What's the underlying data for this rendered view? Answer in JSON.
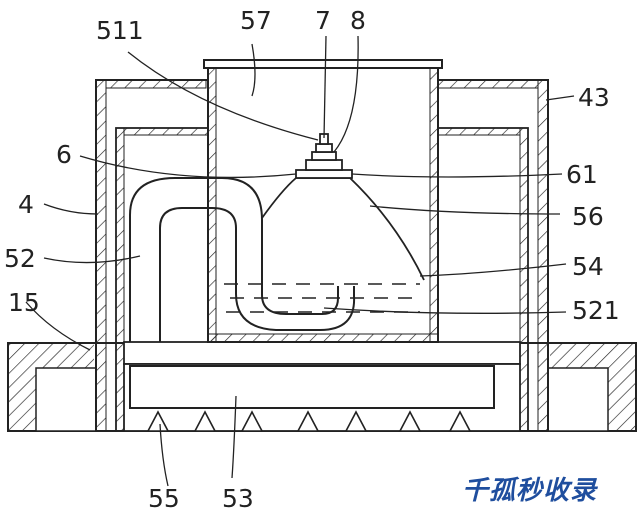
{
  "labels": {
    "l511": "511",
    "l57": "57",
    "l7": "7",
    "l8": "8",
    "l43": "43",
    "l6": "6",
    "l61": "61",
    "l4": "4",
    "l56": "56",
    "l52": "52",
    "l54": "54",
    "l15": "15",
    "l521": "521",
    "l55": "55",
    "l53": "53"
  },
  "watermark": "千孤秒收录",
  "colors": {
    "line": "#222222",
    "watermark": "#1f4e9e"
  }
}
